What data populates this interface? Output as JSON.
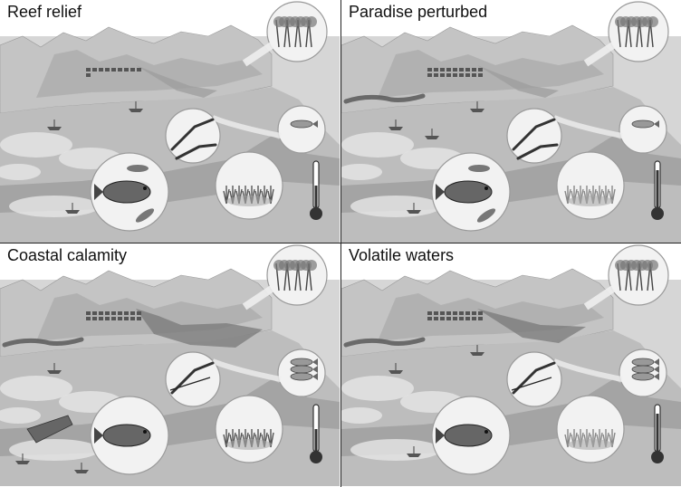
{
  "panels": [
    {
      "title": "Reef relief",
      "variant": "healthy"
    },
    {
      "title": "Paradise perturbed",
      "variant": "perturbed"
    },
    {
      "title": "Coastal calamity",
      "variant": "calamity"
    },
    {
      "title": "Volatile waters",
      "variant": "volatile"
    }
  ],
  "colors": {
    "sea": "#d6d6d6",
    "reef_top": "#bdbdbd",
    "reef_face": "#8f8f8f",
    "mountain": "#c4c4c4",
    "mountain_shadow": "#a3a3a3",
    "plume": "#7a7a7a",
    "circle_fill": "#f2f2f2",
    "circle_stroke": "#9a9a9a",
    "thermo": "#333333"
  }
}
